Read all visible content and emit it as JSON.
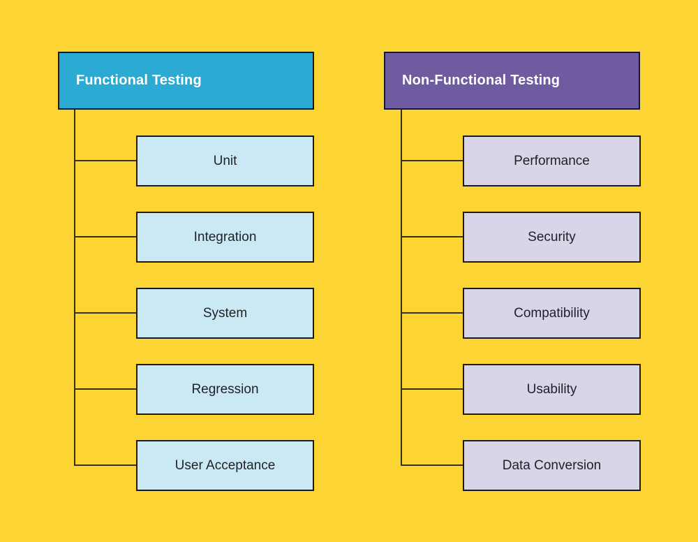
{
  "colors": {
    "canvas-bg": "#FCD535",
    "border-color": "#1A1A1A",
    "connector-color": "#33301C",
    "header-text-color": "#FFFFFF",
    "functional-header-bg": "#2BABD4",
    "functional-child-bg": "#CBE9F5",
    "nonfunctional-header-bg": "#6E5BA0",
    "nonfunctional-child-bg": "#D9D4E8",
    "child-text-color": "#1E2126"
  },
  "functional": {
    "header": "Functional Testing",
    "children": [
      "Unit",
      "Integration",
      "System",
      "Regression",
      "User Acceptance"
    ]
  },
  "nonfunctional": {
    "header": "Non-Functional Testing",
    "children": [
      "Performance",
      "Security",
      "Compatibility",
      "Usability",
      "Data Conversion"
    ]
  }
}
